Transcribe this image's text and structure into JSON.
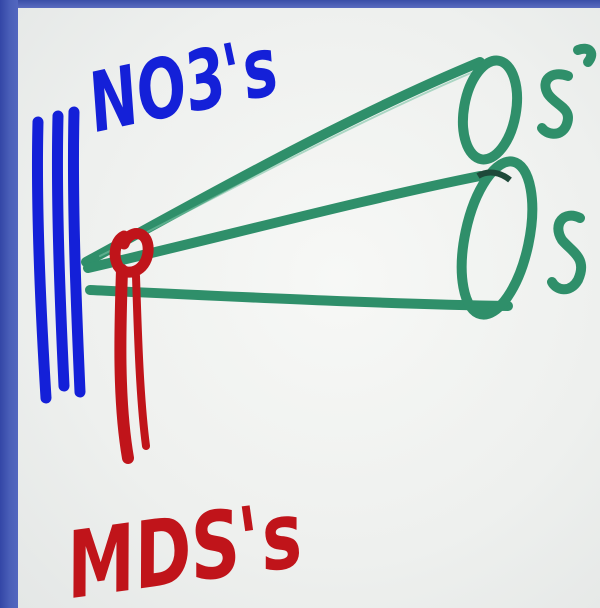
{
  "labels": {
    "top": "NO3's",
    "bottom": "MDS's",
    "right_upper": "S",
    "right_lower": "S"
  },
  "colors": {
    "frame": "#3a4ea8",
    "board": "#f2f4f2",
    "blue_ink": "#1420d8",
    "green_ink": "#2f8f6a",
    "red_ink": "#c0141a"
  }
}
